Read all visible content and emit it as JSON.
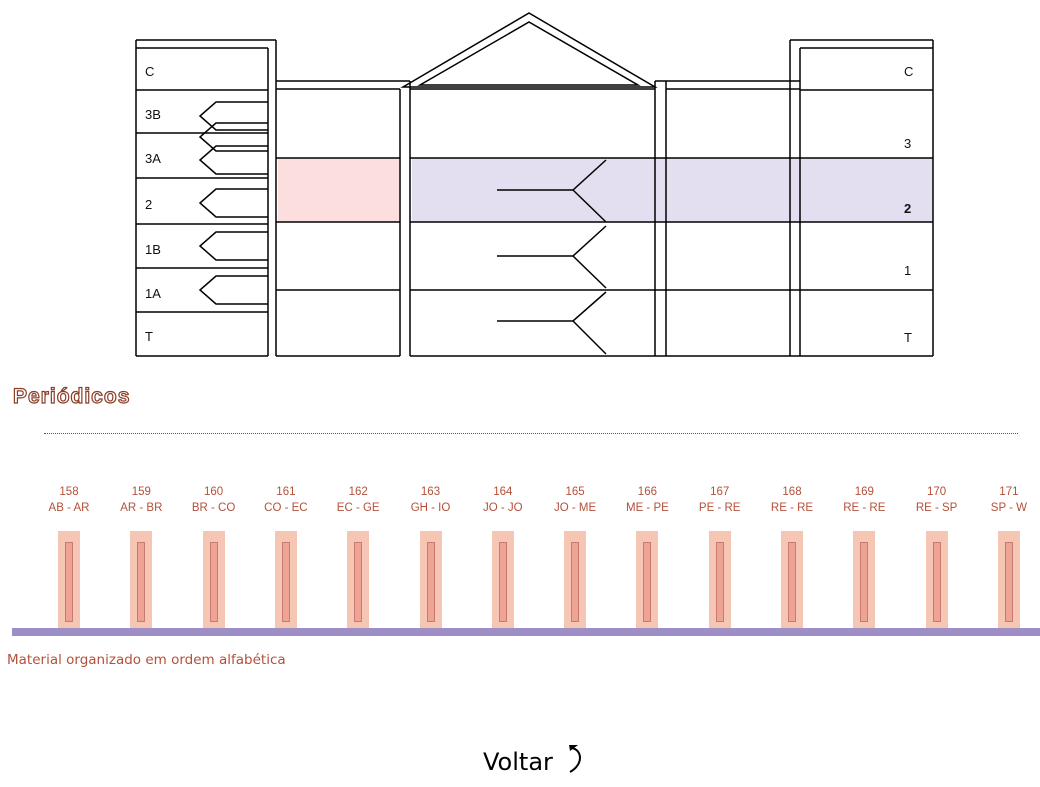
{
  "floor_plan": {
    "left_floors": [
      "C",
      "3B",
      "3A",
      "2",
      "1B",
      "1A",
      "T"
    ],
    "right_floors": [
      "C",
      "3",
      "2",
      "1",
      "T"
    ],
    "highlight_left": "#fbdedd",
    "highlight_main": "#e3dff0"
  },
  "section_title": "Periódicos",
  "shelves": [
    {
      "num": "158",
      "range": "AB - AR"
    },
    {
      "num": "159",
      "range": "AR - BR"
    },
    {
      "num": "160",
      "range": "BR - CO"
    },
    {
      "num": "161",
      "range": "CO - EC"
    },
    {
      "num": "162",
      "range": "EC - GE"
    },
    {
      "num": "163",
      "range": "GH - IO"
    },
    {
      "num": "164",
      "range": "JO - JO"
    },
    {
      "num": "165",
      "range": "JO - ME"
    },
    {
      "num": "166",
      "range": "ME - PE"
    },
    {
      "num": "167",
      "range": "PE - RE"
    },
    {
      "num": "168",
      "range": "RE - RE"
    },
    {
      "num": "169",
      "range": "RE - RE"
    },
    {
      "num": "170",
      "range": "RE - SP"
    },
    {
      "num": "171",
      "range": "SP - W"
    }
  ],
  "caption": "Material organizado em ordem alfabética",
  "back_link": {
    "label": "Voltar",
    "icon": "curved-back-arrow-icon"
  },
  "colors": {
    "shelf_text": "#b4503a",
    "base_bar": "#9d8ec6",
    "shelf_fill": "#f6c6b4"
  }
}
